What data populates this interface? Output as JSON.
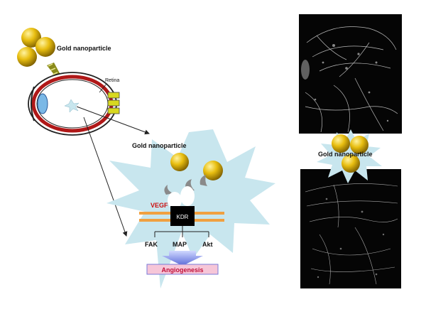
{
  "labels": {
    "gold_top": "Gold nanoparticle",
    "retina": "Retina",
    "gold_center": "Gold nanoparticle",
    "vegf": "VEGF",
    "kdr": "KDR",
    "fak": "FAK",
    "map": "MAP",
    "akt": "Akt",
    "angiogenesis": "Angiogenesis",
    "gold_right": "Gold nanoparticle"
  },
  "colors": {
    "gold": "#d4a800",
    "gold_dark": "#8a6a00",
    "burst": "#c8e6ee",
    "membrane": "#f0a040",
    "eye_red": "#b01818",
    "angio_fill": "#f6c6d8",
    "angio_text": "#c0103a",
    "vegf_text": "#cc1010",
    "arrow_olive": "#8a8a1a"
  }
}
